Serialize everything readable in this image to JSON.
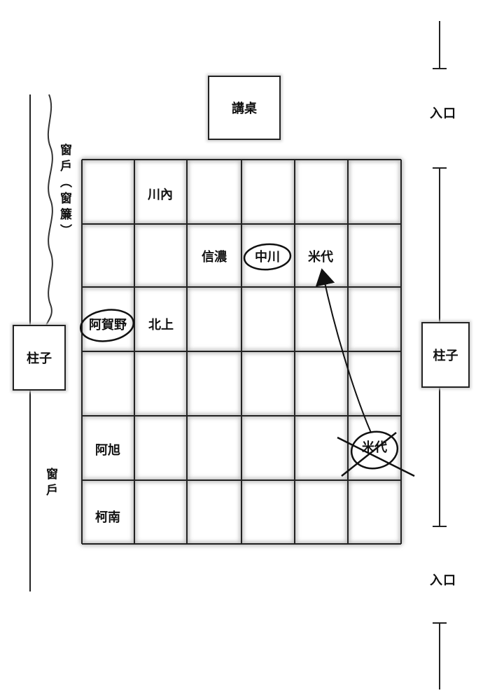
{
  "lectern": "講桌",
  "entrance_top": "入口",
  "entrance_bottom": "入口",
  "pillar_left": "柱子",
  "pillar_right": "柱子",
  "window_curtain": "窗戶（窗簾）",
  "window_lower": "窗戶",
  "seats": {
    "r0c1": "川內",
    "r1c2": "信濃",
    "r1c3": "中川",
    "r1c4": "米代",
    "r2c0": "阿賀野",
    "r2c1": "北上",
    "r4c0": "阿旭",
    "r4c5": "米代",
    "r5c0": "柯南"
  },
  "grid": {
    "rows": 6,
    "cols": 6
  }
}
